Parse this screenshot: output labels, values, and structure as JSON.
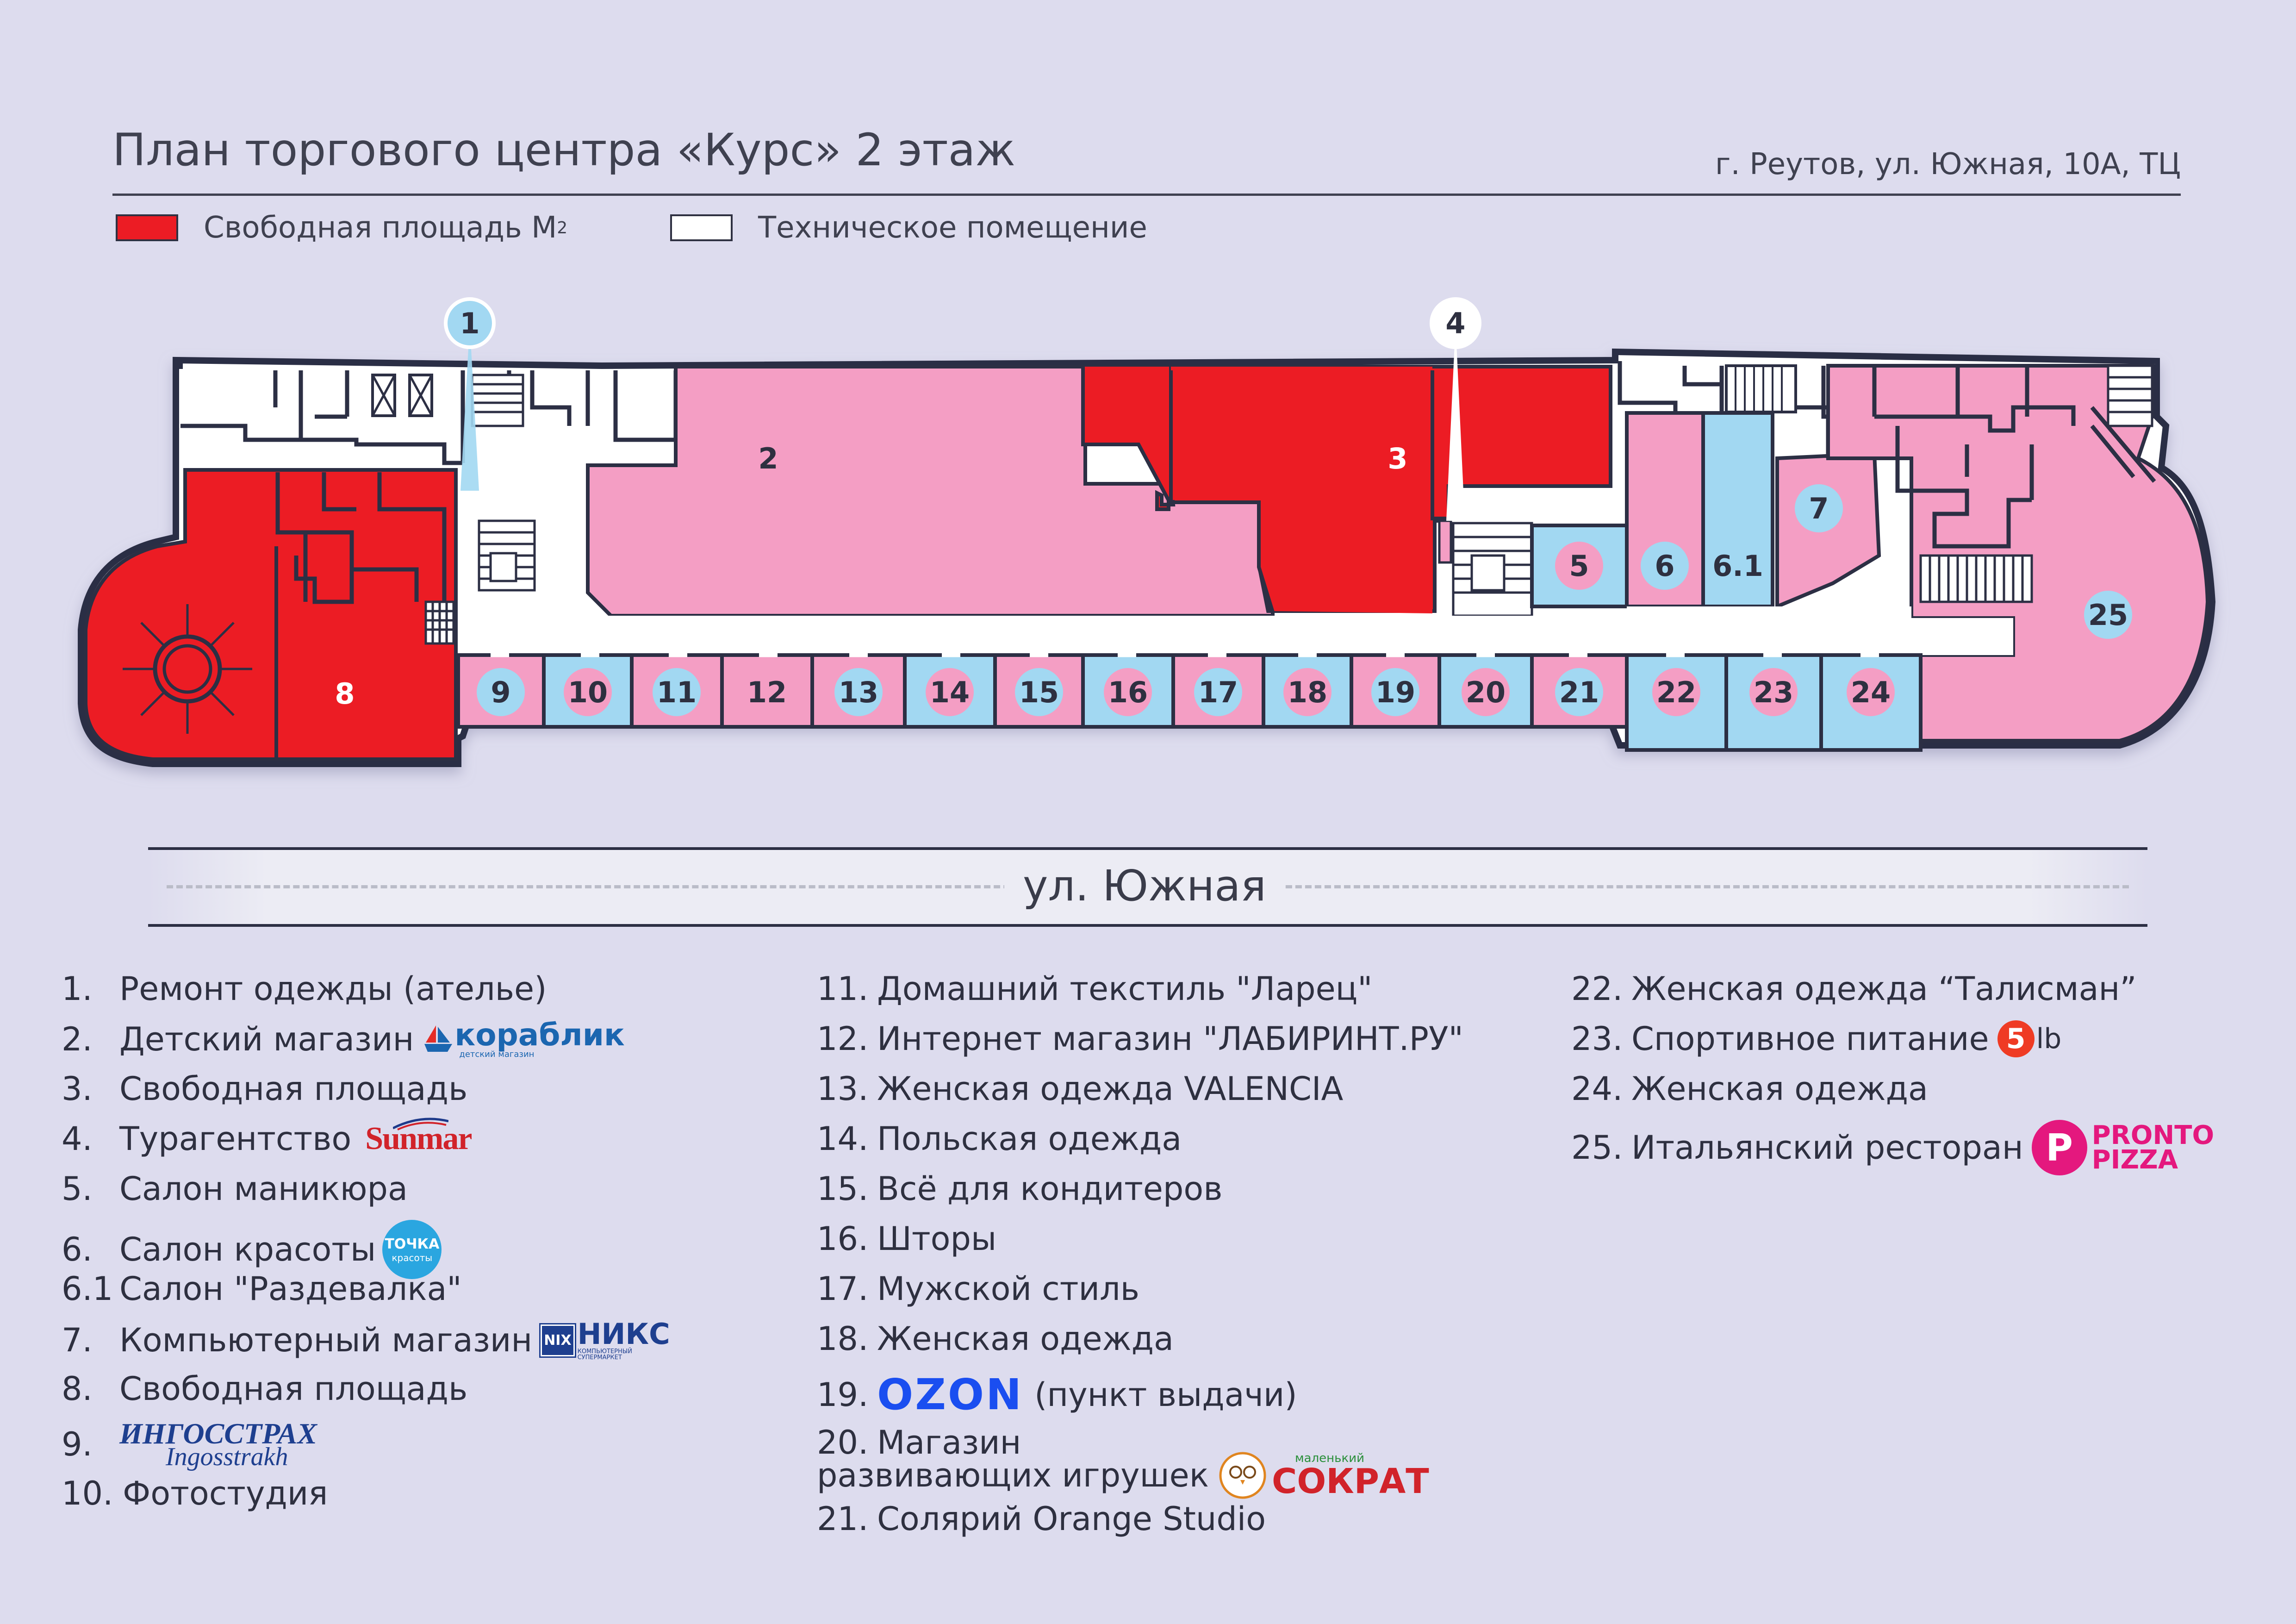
{
  "header": {
    "title": "План торгового центра «Курс»  2 этаж",
    "address": "г. Реутов, ул. Южная, 10А, ТЦ"
  },
  "legend": {
    "free_label": "Свободная площадь М",
    "free_sup": "2",
    "tech_label": "Техническое помещение"
  },
  "colors": {
    "free": "#ec1c24",
    "pink": "#f49ec4",
    "blue": "#a2d8f2",
    "tech": "#ffffff",
    "wall": "#2c2f44",
    "background": "#dddcee"
  },
  "map": {
    "units": [
      "1",
      "2",
      "3",
      "4",
      "5",
      "6",
      "6.1",
      "7",
      "8",
      "9",
      "10",
      "11",
      "12",
      "13",
      "14",
      "15",
      "16",
      "17",
      "18",
      "19",
      "20",
      "21",
      "22",
      "23",
      "24",
      "25"
    ]
  },
  "street": {
    "name": "ул. Южная"
  },
  "directory": {
    "col1": [
      {
        "num": "1.",
        "text": "Ремонт одежды (ателье)"
      },
      {
        "num": "2.",
        "text": "Детский магазин",
        "logo": "кораблик",
        "logo_sub": "детский магазин"
      },
      {
        "num": "3.",
        "text": "Свободная площадь"
      },
      {
        "num": "4.",
        "text": "Турагентство",
        "logo": "Sunmar"
      },
      {
        "num": "5.",
        "text": "Салон маникюра"
      },
      {
        "num": "6.",
        "text": "Салон красоты",
        "logo": "ТОЧКА",
        "logo_sub": "красоты"
      },
      {
        "num": "6.1",
        "text": "Салон \"Раздевалка\""
      },
      {
        "num": "7.",
        "text": "Компьютерный магазин",
        "logo": "НИКС",
        "logo_sub": "КОМПЬЮТЕРНЫЙ СУПЕРМАРКЕТ",
        "logo_mark": "NIX"
      },
      {
        "num": "8.",
        "text": "Свободная площадь"
      },
      {
        "num": "9.",
        "logo": "ИНГОССТРАХ",
        "logo_sub": "Ingosstrakh"
      },
      {
        "num": "10.",
        "text": "Фотостудия"
      }
    ],
    "col2": [
      {
        "num": "11.",
        "text": "Домашний текстиль \"Ларец\""
      },
      {
        "num": "12.",
        "text": "Интернет магазин \"ЛАБИРИНТ.РУ\""
      },
      {
        "num": "13.",
        "text": "Женская одежда VALENCIA"
      },
      {
        "num": "14.",
        "text": "Польская одежда"
      },
      {
        "num": "15.",
        "text": "Всё для кондитеров"
      },
      {
        "num": "16.",
        "text": "Шторы"
      },
      {
        "num": "17.",
        "text": "Мужской стиль"
      },
      {
        "num": "18.",
        "text": "Женская одежда"
      },
      {
        "num": "19.",
        "logo": "OZON",
        "text": "(пункт выдачи)"
      },
      {
        "num": "20.",
        "text": "Магазин",
        "text2": "развивающих игрушек",
        "logo": "СОКРАТ",
        "logo_sub": "маленький"
      },
      {
        "num": "21.",
        "text": "Солярий Orange Studio"
      }
    ],
    "col3": [
      {
        "num": "22.",
        "text": "Женская одежда “Талисман”"
      },
      {
        "num": "23.",
        "text": "Спортивное питание",
        "logo_mark": "5",
        "logo": "lb"
      },
      {
        "num": "24.",
        "text": "Женская одежда"
      },
      {
        "num": "25.",
        "text": "Итальянский ресторан",
        "logo_mark": "P",
        "logo": "PRONTO",
        "logo_sub": "PIZZA"
      }
    ]
  }
}
